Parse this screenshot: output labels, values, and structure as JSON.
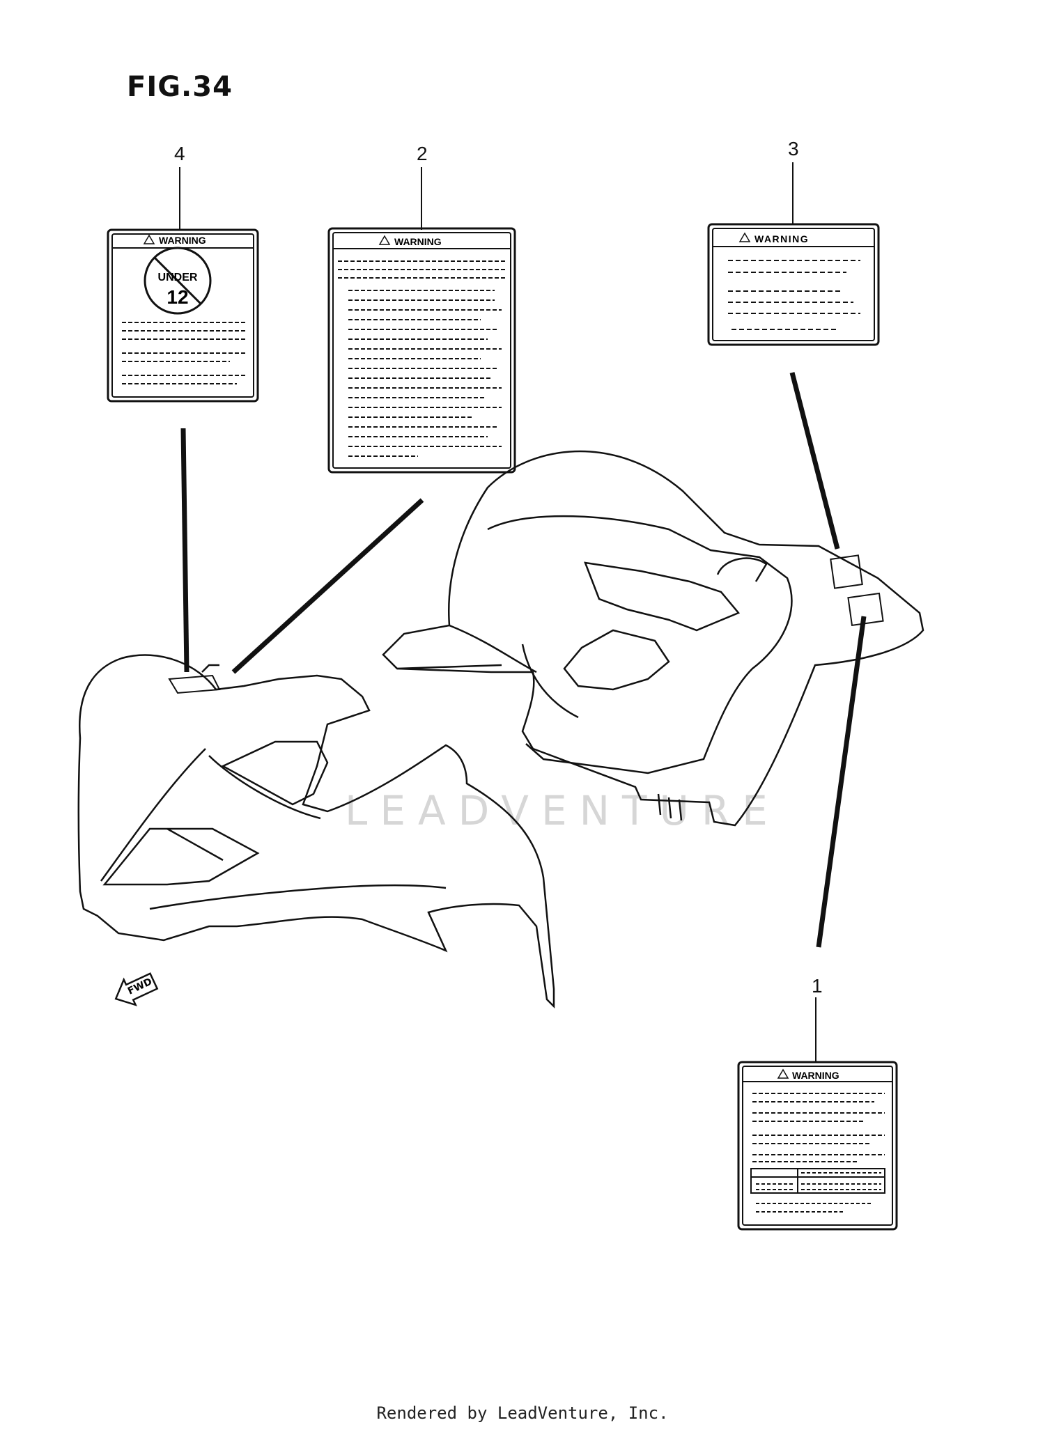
{
  "figure": {
    "title": "FIG.34"
  },
  "callouts": [
    {
      "id": "1",
      "text": "1"
    },
    {
      "id": "2",
      "text": "2"
    },
    {
      "id": "3",
      "text": "3"
    },
    {
      "id": "4",
      "text": "4"
    }
  ],
  "labels": {
    "label_1": {
      "warning": "WARNING"
    },
    "label_2": {
      "warning": "WARNING"
    },
    "label_3": {
      "warning": "WARNING"
    },
    "label_4": {
      "warning": "WARNING",
      "badge_line1": "UNDER",
      "badge_line2": "12"
    }
  },
  "fwd_arrow": {
    "text": "FWD"
  },
  "watermark": {
    "text": "LEADVENTURE"
  },
  "footer": {
    "text": "Rendered by LeadVenture, Inc."
  }
}
